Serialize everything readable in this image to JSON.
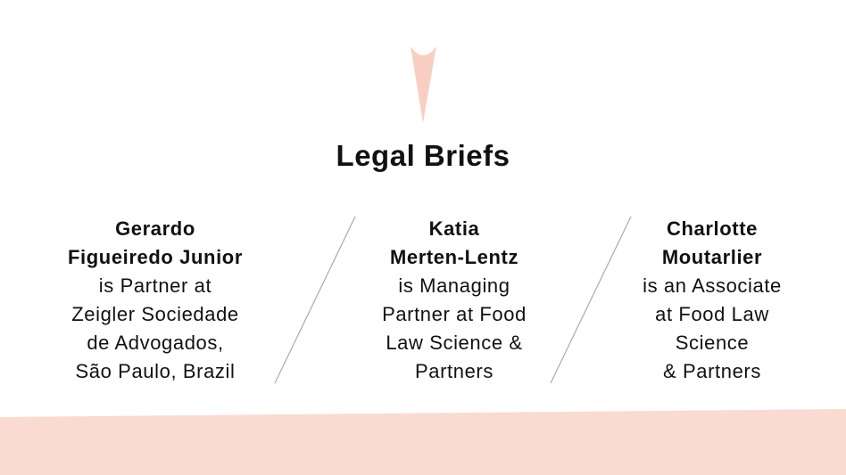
{
  "title": "Legal Briefs",
  "colors": {
    "accent": "#f9cfc3",
    "band": "#f9dbd2"
  },
  "people": [
    {
      "name_lines": [
        "Gerardo",
        "Figueiredo Junior"
      ],
      "desc_lines": [
        "is Partner at",
        "Zeigler Sociedade",
        "de Advogados,",
        "São Paulo, Brazil"
      ]
    },
    {
      "name_lines": [
        "Katia",
        "Merten-Lentz"
      ],
      "desc_lines": [
        "is Managing",
        "Partner at Food",
        "Law Science &",
        "Partners"
      ]
    },
    {
      "name_lines": [
        "Charlotte",
        "Moutarlier"
      ],
      "desc_lines": [
        "is an Associate",
        "at Food Law",
        "Science",
        "& Partners"
      ]
    }
  ]
}
